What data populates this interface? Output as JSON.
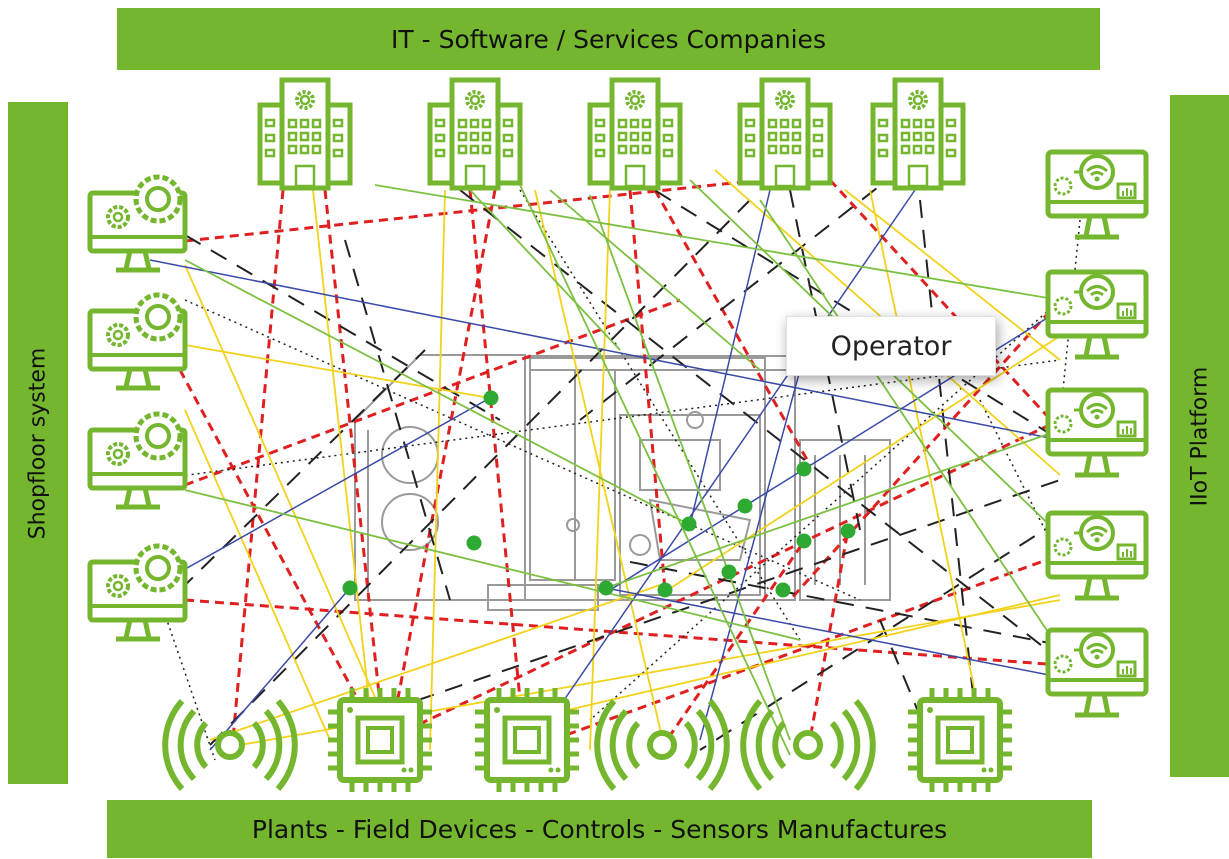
{
  "labels": {
    "top": "IT - Software / Services Companies",
    "bottom": "Plants - Field Devices - Controls - Sensors Manufactures",
    "left": "Shopfloor system",
    "right": "IIoT Platform",
    "operator": "Operator"
  },
  "colors": {
    "brand_green": "#74b62e",
    "red_dashed": "#e02020",
    "black_dashed": "#222222",
    "yellow": "#f2d21b",
    "blue": "#3a4aa8",
    "light_green": "#7cc041",
    "machine_gray": "#9a9a9a"
  },
  "icons": {
    "companies": "office-building-gear-icon",
    "shopfloor": "monitor-gear-icon",
    "iiot": "monitor-wifi-chart-icon",
    "sensors": "wireless-signal-icon",
    "chips": "microchip-icon",
    "machine": "industrial-machine-icon",
    "nodes": "green-dot-icon"
  }
}
